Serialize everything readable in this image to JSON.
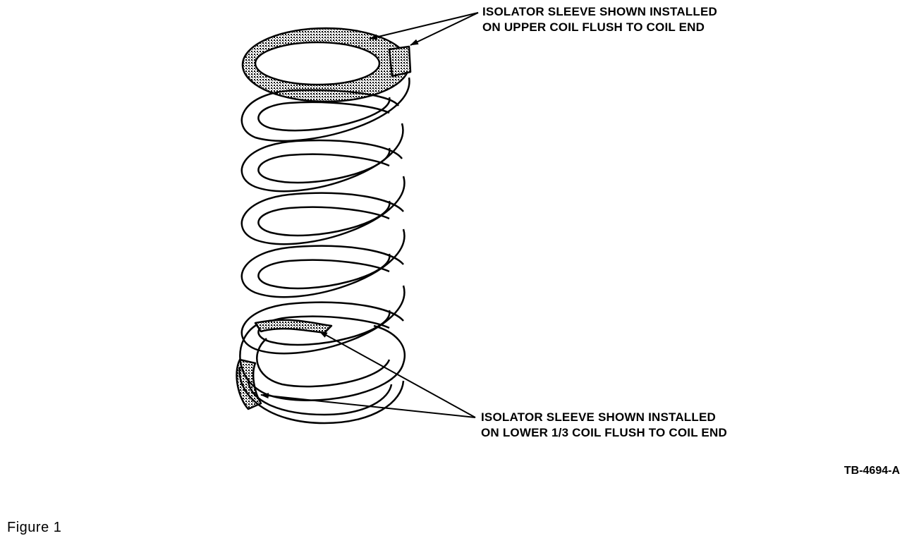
{
  "callouts": {
    "upper": {
      "line1": "ISOLATOR SLEEVE SHOWN INSTALLED",
      "line2": "ON UPPER COIL FLUSH TO COIL END"
    },
    "lower": {
      "line1": "ISOLATOR SLEEVE SHOWN INSTALLED",
      "line2": "ON LOWER 1/3 COIL FLUSH TO COIL END"
    }
  },
  "drawing_number": "TB-4694-A",
  "caption": "Figure 1",
  "colors": {
    "ink": "#000000",
    "paper": "#ffffff",
    "sleeve_fill": "#8a8a8a"
  }
}
